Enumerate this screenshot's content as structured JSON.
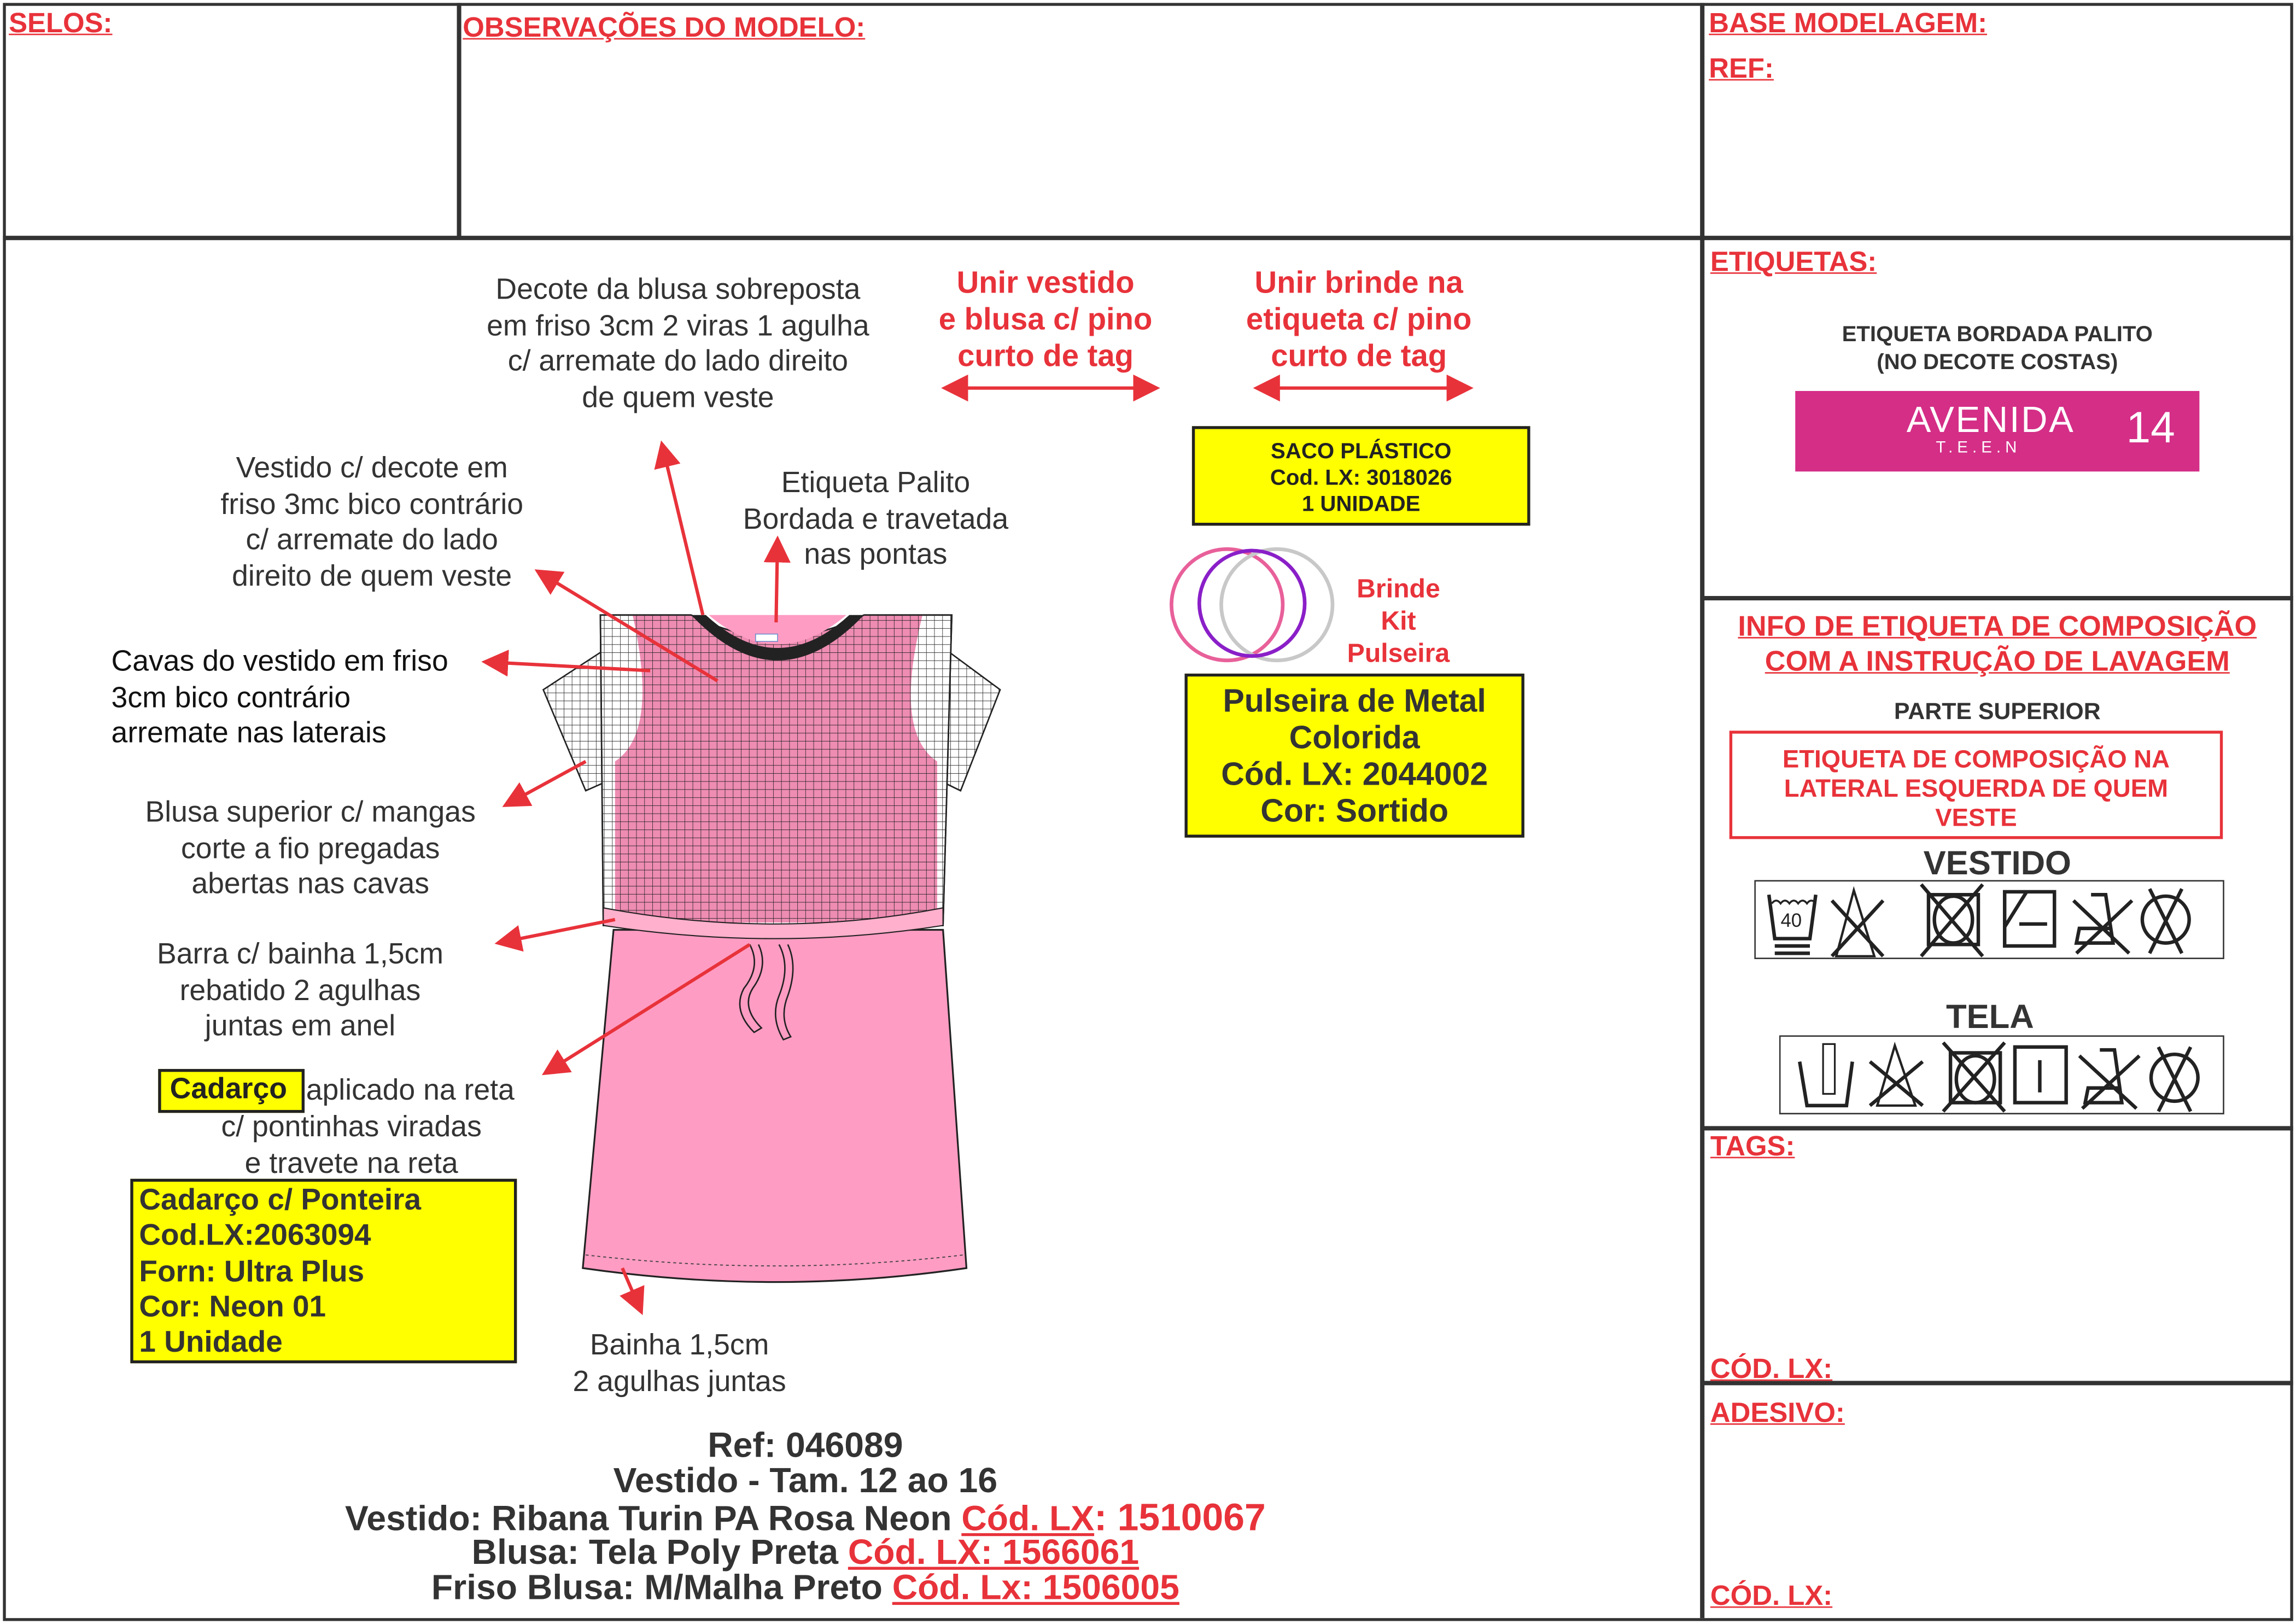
{
  "header": {
    "selos": "SELOS:",
    "observacoes": "OBSERVAÇÕES DO MODELO:",
    "base_modelagem": "BASE MODELAGEM:",
    "ref": "REF:"
  },
  "right": {
    "etiquetas": "ETIQUETAS:",
    "etiqueta_bordada": [
      "ETIQUETA BORDADA PALITO",
      "(NO DECOTE COSTAS)"
    ],
    "brand_label": {
      "name": "AVENIDA",
      "sub": "T.E.E.N",
      "size": "14",
      "color": "#d42e87"
    },
    "info_title": [
      "INFO DE ETIQUETA DE COMPOSIÇÃO",
      "COM A INSTRUÇÃO DE LAVAGEM"
    ],
    "parte_superior": "PARTE SUPERIOR",
    "composicao_box": [
      "ETIQUETA DE COMPOSIÇÃO NA",
      "LATERAL ESQUERDA DE QUEM",
      "VESTE"
    ],
    "vestido": "VESTIDO",
    "wash_temp": "40",
    "vestido_icons": [
      "wash-40-icon",
      "no-bleach-icon",
      "no-tumble-dry-icon",
      "drip-dry-shade-icon",
      "no-iron-icon",
      "no-dry-clean-icon"
    ],
    "tela": "TELA",
    "tela_icons": [
      "hand-wash-icon",
      "no-bleach-icon",
      "no-tumble-dry-icon",
      "line-dry-icon",
      "no-iron-icon",
      "no-dry-clean-icon"
    ],
    "tags": "TAGS:",
    "cod_lx_1": "CÓD. LX:",
    "adesivo": "ADESIVO:",
    "cod_lx_2": "CÓD. LX:"
  },
  "notes": {
    "decote_blusa": [
      "Decote da blusa sobreposta",
      "em friso 3cm 2 viras 1 agulha",
      "c/ arremate do lado direito",
      "de quem veste"
    ],
    "unir_vestido": [
      "Unir vestido",
      "e blusa c/ pino",
      "curto de tag"
    ],
    "unir_brinde": [
      "Unir brinde na",
      "etiqueta c/ pino",
      "curto de tag"
    ],
    "saco": [
      "SACO PLÁSTICO",
      "Cod. LX: 3018026",
      "1 UNIDADE"
    ],
    "brinde": [
      "Brinde",
      "Kit",
      "Pulseira"
    ],
    "pulseira": [
      "Pulseira de Metal",
      "Colorida",
      "Cód. LX: 2044002",
      "Cor: Sortido"
    ],
    "vestido_decote": [
      "Vestido c/ decote em",
      "friso 3mc bico contrário",
      "c/ arremate do lado",
      "direito de quem veste"
    ],
    "etiqueta_palito": [
      "Etiqueta Palito",
      "Bordada e travetada",
      "nas pontas"
    ],
    "cavas": [
      "Cavas do vestido em friso",
      "3cm bico contrário",
      "arremate nas laterais"
    ],
    "blusa_superior": [
      "Blusa superior c/ mangas",
      "corte a fio pregadas",
      "abertas nas cavas"
    ],
    "barra": [
      "Barra c/ bainha 1,5cm",
      "rebatido 2 agulhas",
      "juntas em anel"
    ],
    "cadarco_word": "Cadarço",
    "cadarco_rest": [
      "aplicado na reta",
      "c/ pontinhas viradas",
      "e travete na reta"
    ],
    "cadarco_box": [
      "Cadarço c/ Ponteira",
      "Cod.LX:2063094",
      "Forn: Ultra Plus",
      "Cor: Neon 01",
      "1 Unidade"
    ],
    "bainha": [
      "Bainha 1,5cm",
      "2 agulhas juntas"
    ]
  },
  "footer": {
    "ref": "Ref: 046089",
    "title": "Vestido - Tam. 12 ao 16",
    "lines": [
      {
        "text": "Vestido: Ribana Turin PA Rosa Neon ",
        "code_label": "Cód. LX",
        "code": ": 1510067"
      },
      {
        "text": "Blusa: Tela Poly Preta ",
        "code_label": "Cód. LX: 1566061",
        "code": ""
      },
      {
        "text": "Friso Blusa: M/Malha Preto ",
        "code_label": "Cód. Lx: 1506005",
        "code": ""
      }
    ]
  },
  "colors": {
    "red": "#e8323a",
    "pink": "#ff9cc3",
    "yellow": "#ffff00",
    "text": "#333333"
  }
}
